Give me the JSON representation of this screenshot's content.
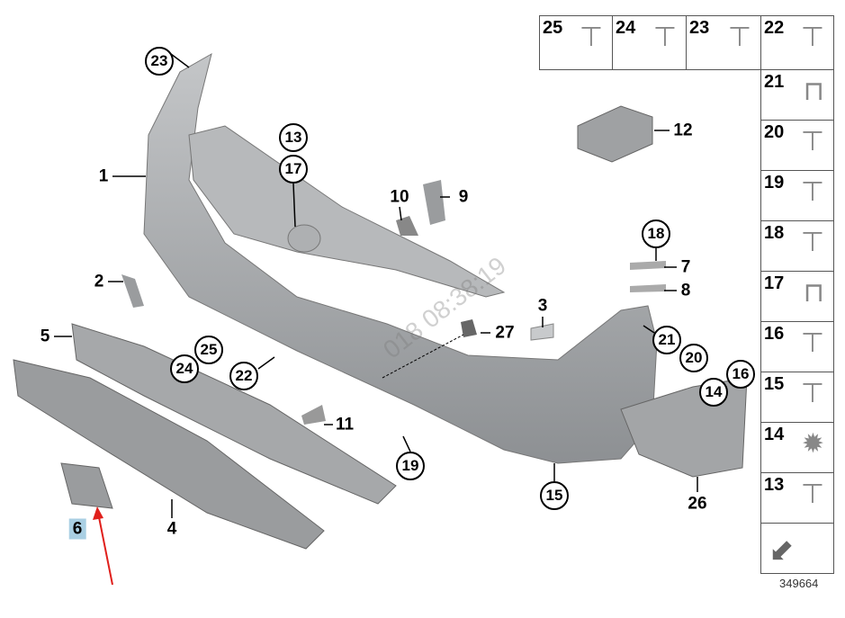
{
  "diagram_id": "349664",
  "watermark": "018 08:38:19",
  "highlight_color": "#a9cfe3",
  "arrow_color": "#e0201c",
  "callouts": {
    "p23": "23",
    "p13": "13",
    "p17": "17",
    "p18": "18",
    "p21": "21",
    "p20": "20",
    "p16": "16",
    "p14": "14",
    "p24": "24",
    "p25": "25",
    "p22": "22",
    "p19": "19",
    "p15": "15"
  },
  "labels": {
    "p1": "1",
    "p2": "2",
    "p5": "5",
    "p10": "10",
    "p9": "9",
    "p7": "7",
    "p8": "8",
    "p3": "3",
    "p27": "27",
    "p11": "11",
    "p4": "4",
    "p26": "26",
    "p6": "6",
    "p12": "12"
  },
  "fastener_grid": {
    "top_row": [
      "25",
      "24",
      "23",
      "22"
    ],
    "right_column": [
      "21",
      "20",
      "19",
      "18",
      "17",
      "16",
      "15",
      "14",
      "13"
    ]
  }
}
